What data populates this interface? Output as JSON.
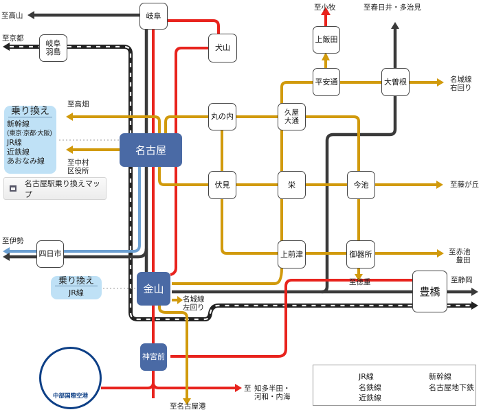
{
  "colors": {
    "jr": "#3a3a3a",
    "meitetsu": "#e8231d",
    "kintetsu": "#6b9fd1",
    "subway": "#d19a0c",
    "shinkansen": "#222222",
    "station_major": "#4a6aa5",
    "airport": "#0d3f86",
    "transfer_bg": "#bfe1f6"
  },
  "stations": {
    "gifu": "岐阜",
    "gifu_hashima": "岐阜\n羽島",
    "inuyama": "犬山",
    "kamiiida": "上飯田",
    "heiando": "平安通",
    "ozone": "大曽根",
    "marunouchi": "丸の内",
    "hisaya": "久屋\n大通",
    "nagoya": "名古屋",
    "fushimi": "伏見",
    "sakae": "栄",
    "imaike": "今池",
    "yokkaichi": "四日市",
    "kamimaezu": "上前津",
    "gokiso": "御器所",
    "kanayama": "金山",
    "toyohashi": "豊橋",
    "jingumae": "神宮前"
  },
  "destinations": {
    "takayama": "至高山",
    "kyoto": "至京都",
    "komaki": "至小牧",
    "kasugai": "至春日井・多治見",
    "meijo_right": "名城線\n右回り",
    "takabata": "至高畑",
    "nakamura": "至中村\n区役所",
    "fujigaoka": "至藤が丘",
    "ise": "至伊勢",
    "akaike": "至赤池\n豊田",
    "tokushige": "至徳重",
    "shizuoka": "至静岡",
    "meijo_left": "名城線\n左回り",
    "nagoyako": "至名古屋港",
    "chita_label": "至",
    "chita": "知多半田・\n河和・内海"
  },
  "transfer_nagoya": {
    "title": "乗り換え",
    "lines": [
      "新幹線",
      "(東京·京都·大阪)",
      "JR線",
      "近鉄線",
      "あおなみ線"
    ]
  },
  "transfer_kanayama": {
    "title": "乗り換え",
    "lines": [
      "JR線"
    ]
  },
  "map_button": {
    "label": "名古屋駅乗り換えマップ",
    "icon": "window-icon"
  },
  "airport": {
    "name": "中部国際空港",
    "icon": "airplane-icon"
  },
  "legend": {
    "jr": "JR線",
    "meitetsu": "名鉄線",
    "kintetsu": "近鉄線",
    "shinkansen": "新幹線",
    "subway": "名古屋地下鉄"
  }
}
